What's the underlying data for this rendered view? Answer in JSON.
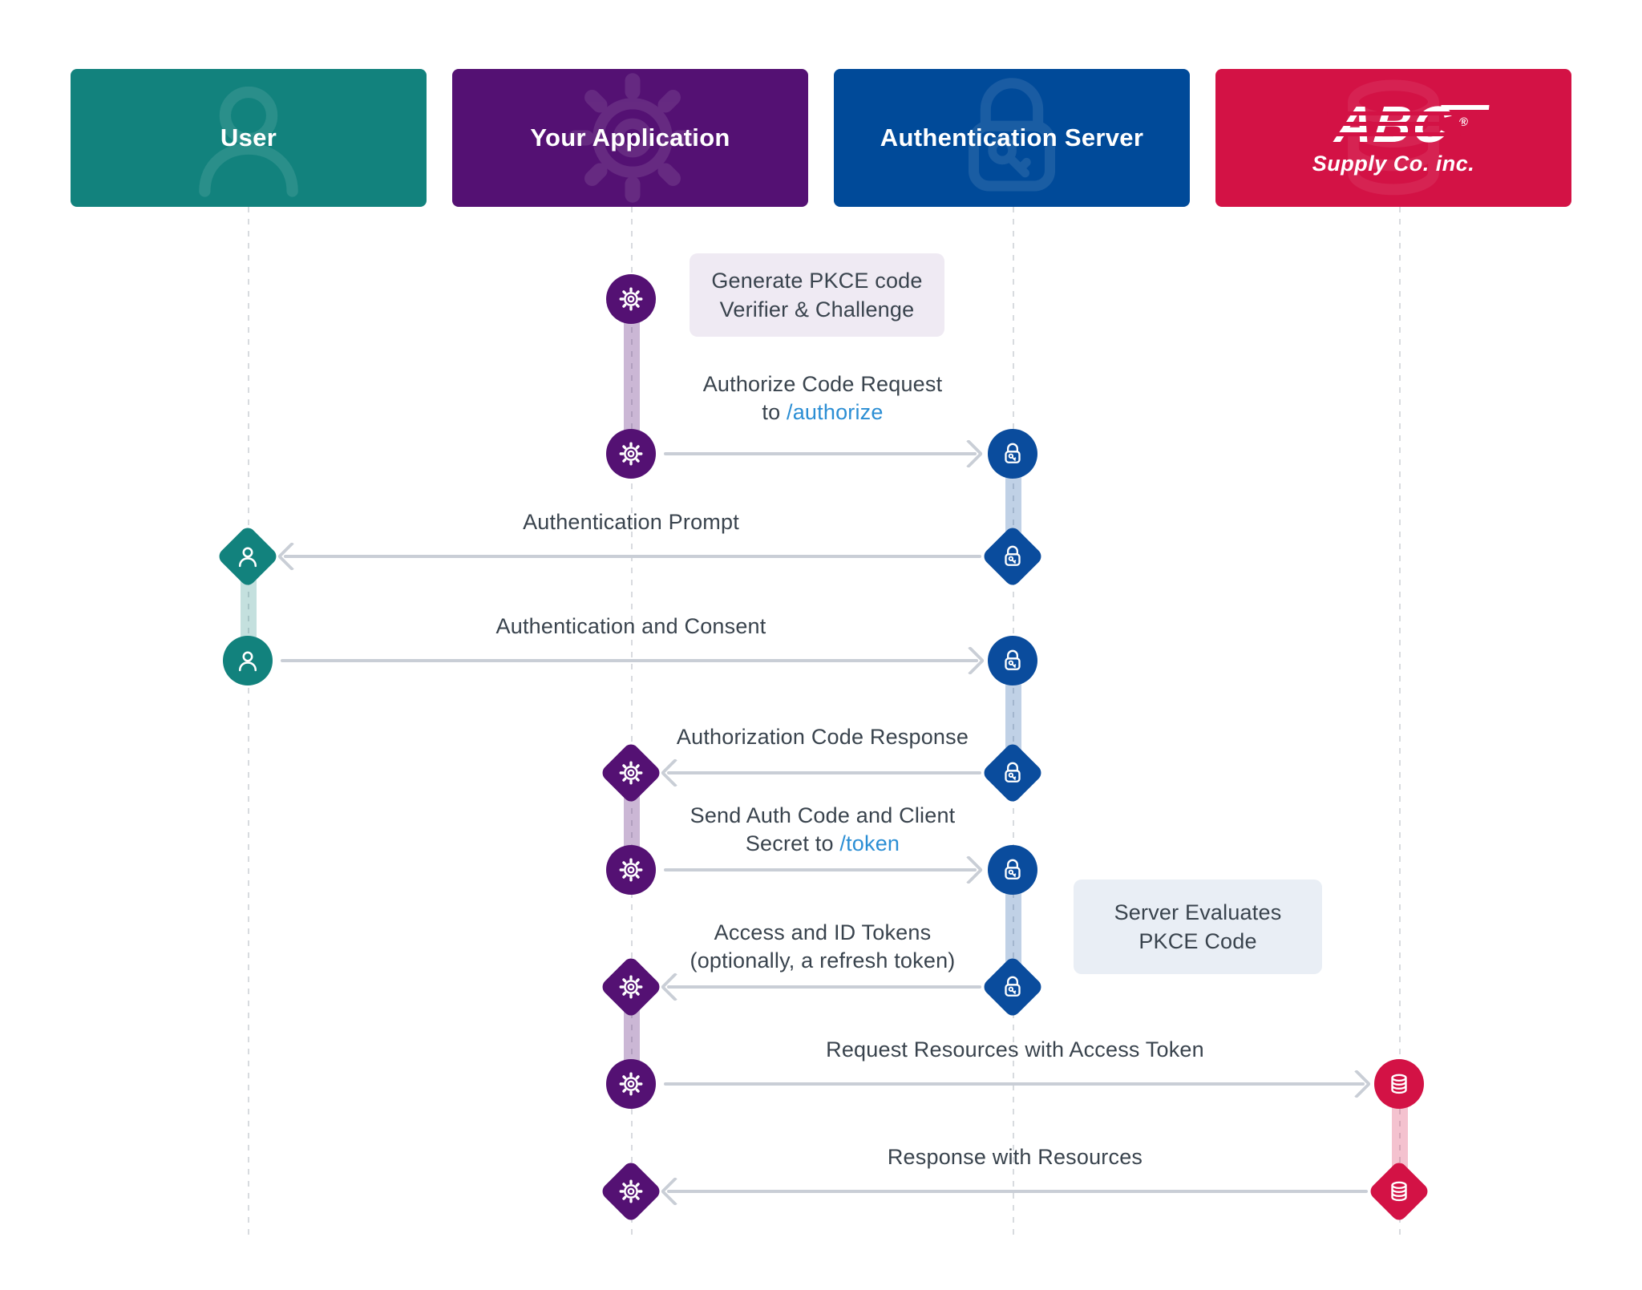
{
  "header": {
    "lanes": [
      {
        "id": "user",
        "label": "User",
        "color": "#12827D",
        "icon": "user-icon"
      },
      {
        "id": "app",
        "label": "Your Application",
        "color": "#541173",
        "icon": "gear-icon"
      },
      {
        "id": "auth",
        "label": "Authentication Server",
        "color": "#004A99",
        "icon": "lock-icon"
      },
      {
        "id": "abc",
        "label": "ABC",
        "logo_reg": "®",
        "logo_sub": "Supply Co. inc.",
        "color": "#D31245",
        "icon": "database-icon"
      }
    ]
  },
  "flow": {
    "note_generate": {
      "line1": "Generate PKCE code",
      "line2": "Verifier & Challenge"
    },
    "step_authorize": {
      "line1": "Authorize Code Request",
      "line2_prefix": "to ",
      "line2_link": "/authorize"
    },
    "step_prompt": {
      "label": "Authentication Prompt"
    },
    "step_consent": {
      "label": "Authentication and Consent"
    },
    "step_code_response": {
      "label": "Authorization Code Response"
    },
    "step_token": {
      "line1": "Send Auth Code and Client",
      "line2_prefix": "Secret to ",
      "line2_link": "/token"
    },
    "step_tokens_response": {
      "line1": "Access and ID Tokens",
      "line2": "(optionally, a refresh token)"
    },
    "note_server_evaluates": {
      "line1": "Server Evaluates",
      "line2": "PKCE Code"
    },
    "step_request_resources": {
      "label": "Request Resources with Access Token"
    },
    "step_response_resources": {
      "label": "Response with Resources"
    }
  },
  "colors": {
    "teal": "#12827D",
    "purple": "#541173",
    "blue": "#0A4C9D",
    "red": "#D31245",
    "link_blue": "#2B8ED4",
    "arrow_gray": "#C9CED6",
    "text": "#39434D",
    "note_lavender": "#EFEAF3",
    "note_bluegray": "#E9EEF5"
  }
}
